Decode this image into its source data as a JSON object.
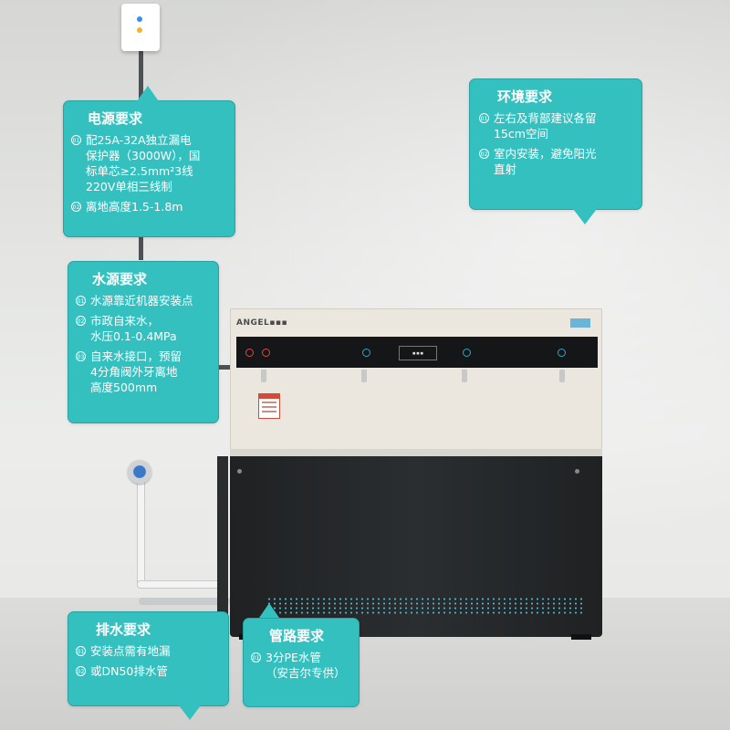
{
  "callouts": {
    "power": {
      "title": "电源要求",
      "items": [
        {
          "num": "01",
          "text": "配25A-32A独立漏电\n保护器（3000W），国\n标单芯≥2.5mm²3线\n220V单相三线制"
        },
        {
          "num": "02",
          "text": "离地高度1.5-1.8m"
        }
      ]
    },
    "environment": {
      "title": "环境要求",
      "items": [
        {
          "num": "01",
          "text": "左右及背部建议各留\n15cm空间"
        },
        {
          "num": "02",
          "text": "室内安装，避免阳光\n直射"
        }
      ]
    },
    "water": {
      "title": "水源要求",
      "items": [
        {
          "num": "01",
          "text": "水源靠近机器安装点"
        },
        {
          "num": "02",
          "text": "市政自来水，\n水压0.1-0.4MPa"
        },
        {
          "num": "03",
          "text": "自来水接口，预留\n4分角阀外牙离地\n高度500mm"
        }
      ]
    },
    "drain": {
      "title": "排水要求",
      "items": [
        {
          "num": "01",
          "text": "安装点需有地漏"
        },
        {
          "num": "02",
          "text": "或DN50排水管"
        }
      ]
    },
    "pipe": {
      "title": "管路要求",
      "items": [
        {
          "num": "01",
          "text": "3分PE水管\n（安吉尔专供）"
        }
      ]
    }
  },
  "colors": {
    "callout": "#35c0c0",
    "hot_button": "#e0474a",
    "normal_button": "#2aa9c9"
  }
}
